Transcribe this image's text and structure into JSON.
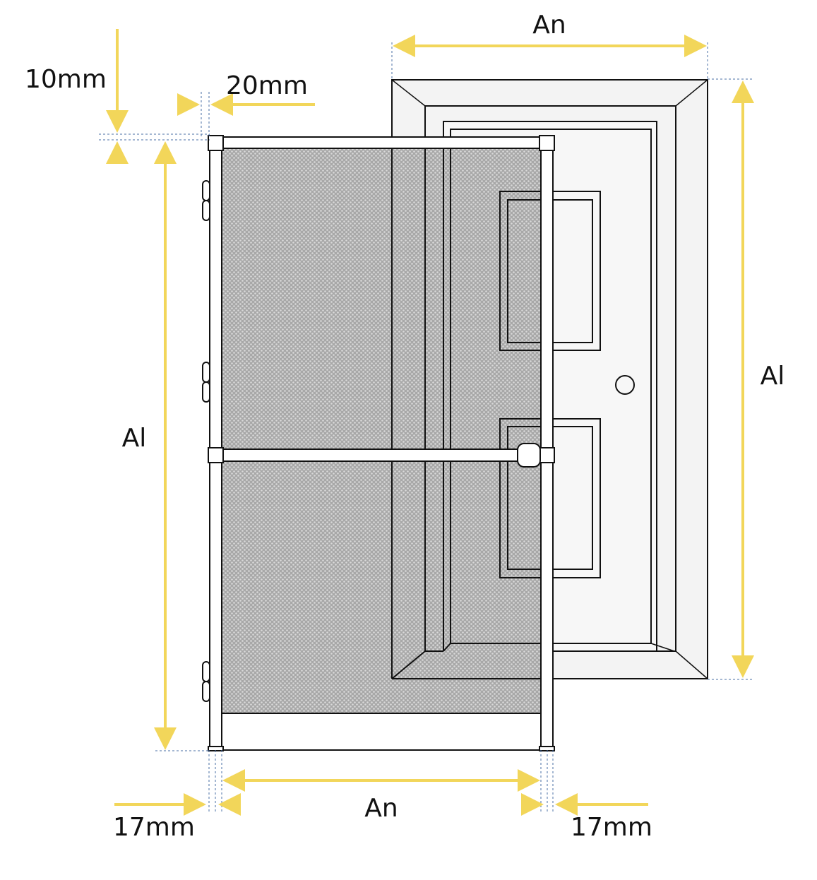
{
  "labels": {
    "top_gap": "10mm",
    "side_gap": "20mm",
    "door_width": "An",
    "door_height": "Al",
    "screen_height": "Al",
    "screen_width": "An",
    "left_margin": "17mm",
    "right_margin": "17mm"
  },
  "colors": {
    "dimension_arrow": "#f2d65a",
    "outline": "#111111",
    "mesh_base": "#a8a8a8",
    "mesh_dot": "#d9d9d9",
    "door_fill": "#f3f3f3",
    "guide_line": "#4a6fa5"
  }
}
